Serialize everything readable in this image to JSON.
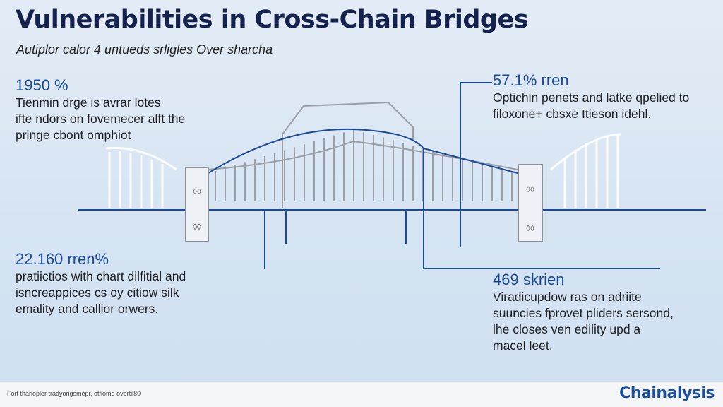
{
  "title": "Vulnerabilities in Cross-Chain Bridges",
  "subtitle": "Autiplor calor 4 untueds srligles Over sharcha",
  "stats": {
    "top_left": {
      "value": "1950 %",
      "lines": [
        "Tienmin drge is avrar lotes",
        "ifte ndors on fovemecer alft the",
        "pringe cbont omphiot"
      ]
    },
    "top_right": {
      "value": "57.1% rren",
      "lines": [
        "Optichin penets and latke qpelied to",
        "filoxone+ cbsxe Itieson idehl."
      ]
    },
    "bottom_left": {
      "value": "22.160 rren%",
      "lines": [
        "pratiictios with chart dilfitial and",
        "isncreappices cs oy citiow silk",
        "emality and callior orwers."
      ]
    },
    "bottom_right": {
      "value": "469 skrien",
      "lines": [
        "Viradicupdow ras on adriite",
        "suuncies fprovet pliders sersond,",
        "lhe closes ven edility upd a",
        "macel leet."
      ]
    }
  },
  "footer": {
    "note": "Fort thariopler tradyorigsmepr, otfiomo overtil80",
    "brand": "Chainalysis"
  },
  "colors": {
    "accent": "#1a4a9c",
    "title": "#15224d",
    "cable": "#9a9ea6"
  }
}
